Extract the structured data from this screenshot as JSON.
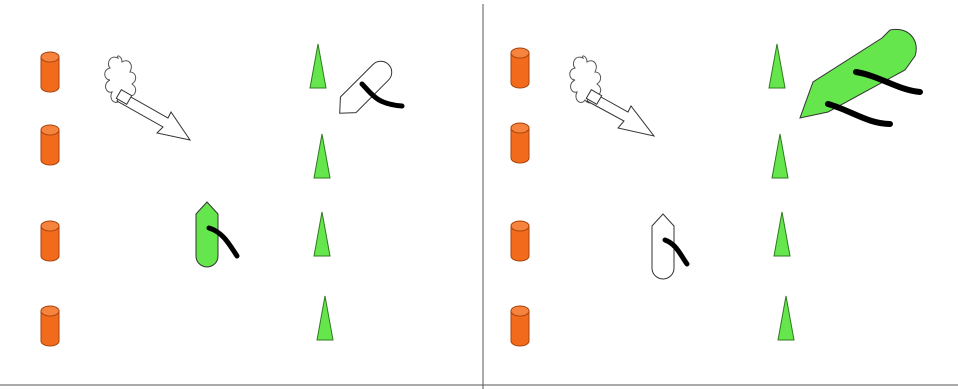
{
  "colors": {
    "background": "#ffffff",
    "divider": "#555555",
    "cylinder_fill": "#f26b1d",
    "cylinder_stroke": "#a8430a",
    "cone_fill": "#66e64d",
    "cone_stroke": "#2f7a1e",
    "highlight_fill": "#66e64d",
    "outline": "#000000",
    "stroke_black": "#000000"
  },
  "icons": {
    "cylinder": "orange-cylinder-marker",
    "cone": "green-cone-marker",
    "cloud": "dust-cloud-icon",
    "arrow": "motion-arrow-icon",
    "vehicle": "top-view-boat-icon"
  },
  "panels": [
    {
      "id": "left",
      "cylinders": 4,
      "cones": 4,
      "vehicles": [
        {
          "role": "rotated-white",
          "highlighted": false
        },
        {
          "role": "upright",
          "highlighted": true
        }
      ]
    },
    {
      "id": "right",
      "cylinders": 4,
      "cones": 4,
      "vehicles": [
        {
          "role": "rotated-large",
          "highlighted": true
        },
        {
          "role": "upright",
          "highlighted": false
        }
      ]
    }
  ]
}
